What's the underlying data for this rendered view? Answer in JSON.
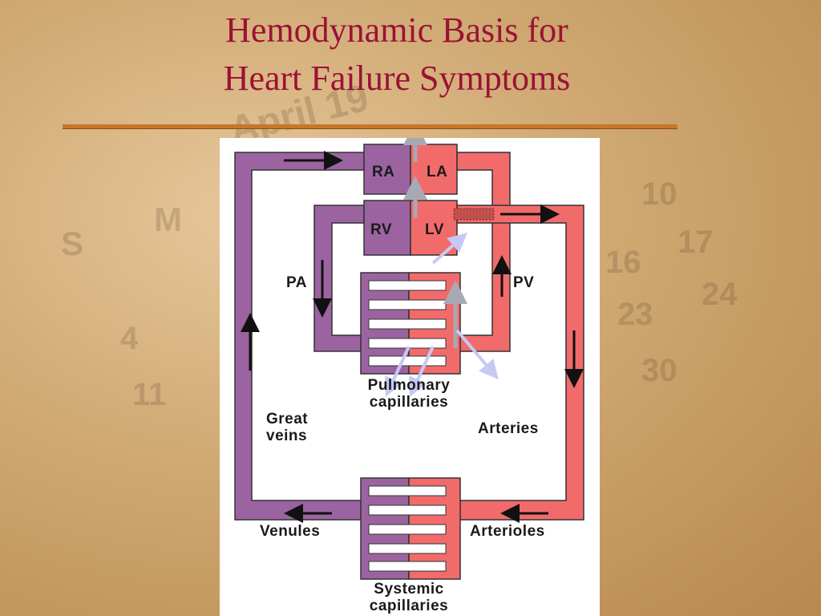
{
  "slide": {
    "title_line1": "Hemodynamic Basis for",
    "title_line2": "Heart Failure Symptoms"
  },
  "background_calendar": [
    "April 19",
    "S",
    "M",
    "4",
    "11",
    "10",
    "17",
    "16",
    "24",
    "23",
    "30"
  ],
  "diagram": {
    "chambers": {
      "ra": "RA",
      "la": "LA",
      "rv": "RV",
      "lv": "LV"
    },
    "vessels": {
      "pa": "PA",
      "pv": "PV",
      "great_veins": "Great veins",
      "arteries": "Arteries",
      "venules": "Venules",
      "arterioles": "Arterioles"
    },
    "capillaries": {
      "pulmonary": "Pulmonary capillaries",
      "systemic": "Systemic capillaries"
    }
  },
  "colors": {
    "venous": "#9b64a0",
    "arterial": "#f26b6b",
    "title": "#9b1235",
    "rule": "#c8772a",
    "pressure_arrow": "#a9a9b4",
    "fluid_arrow": "#c7c9f5"
  }
}
